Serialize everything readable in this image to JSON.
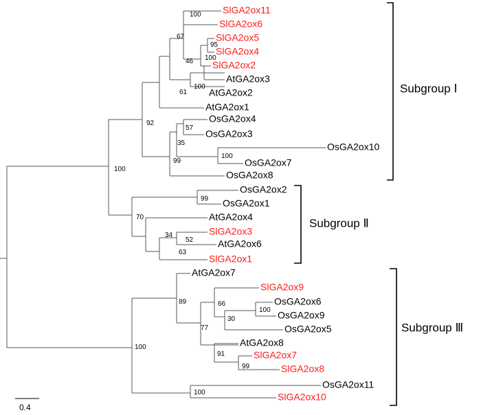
{
  "colors": {
    "highlight": "#ff1a1a",
    "normal": "#000000",
    "branch": "#555555"
  },
  "scale_bar_label": "0.4",
  "groups": {
    "g1": "Subgroup Ⅰ",
    "g2": "Subgroup Ⅱ",
    "g3": "Subgroup Ⅲ"
  },
  "leaves": {
    "sl11": "SlGA2ox11",
    "sl6": "SlGA2ox6",
    "sl5": "SlGA2ox5",
    "sl4": "SlGA2ox4",
    "sl2": "SlGA2ox2",
    "at3": "AtGA2ox3",
    "at2": "AtGA2ox2",
    "at1": "AtGA2ox1",
    "os4": "OsGA2ox4",
    "os3": "OsGA2ox3",
    "os10": "OsGA2ox10",
    "os7": "OsGA2ox7",
    "os8": "OsGA2ox8",
    "os2": "OsGA2ox2",
    "os1": "OsGA2ox1",
    "at4": "AtGA2ox4",
    "sl3": "SlGA2ox3",
    "at6": "AtGA2ox6",
    "sl1": "SlGA2ox1",
    "at7": "AtGA2ox7",
    "sl9": "SlGA2ox9",
    "os6": "OsGA2ox6",
    "os9": "OsGA2ox9",
    "os5": "OsGA2ox5",
    "at8": "AtGA2ox8",
    "sl7": "SlGA2ox7",
    "sl8": "SlGA2ox8",
    "os11": "OsGA2ox11",
    "sl10": "SlGA2ox10"
  },
  "support": {
    "a": "100",
    "b": "67",
    "c": "95",
    "d": "100",
    "e": "46",
    "f": "100",
    "g": "61",
    "h": "92",
    "i": "57",
    "j": "35",
    "k": "100",
    "l": "99",
    "m": "100",
    "n": "99",
    "o": "70",
    "p": "52",
    "q": "34",
    "r": "63",
    "s": "89",
    "t": "100",
    "u": "66",
    "v": "30",
    "w": "77",
    "x": "91",
    "y": "99",
    "z": "100",
    "aa": "100"
  }
}
